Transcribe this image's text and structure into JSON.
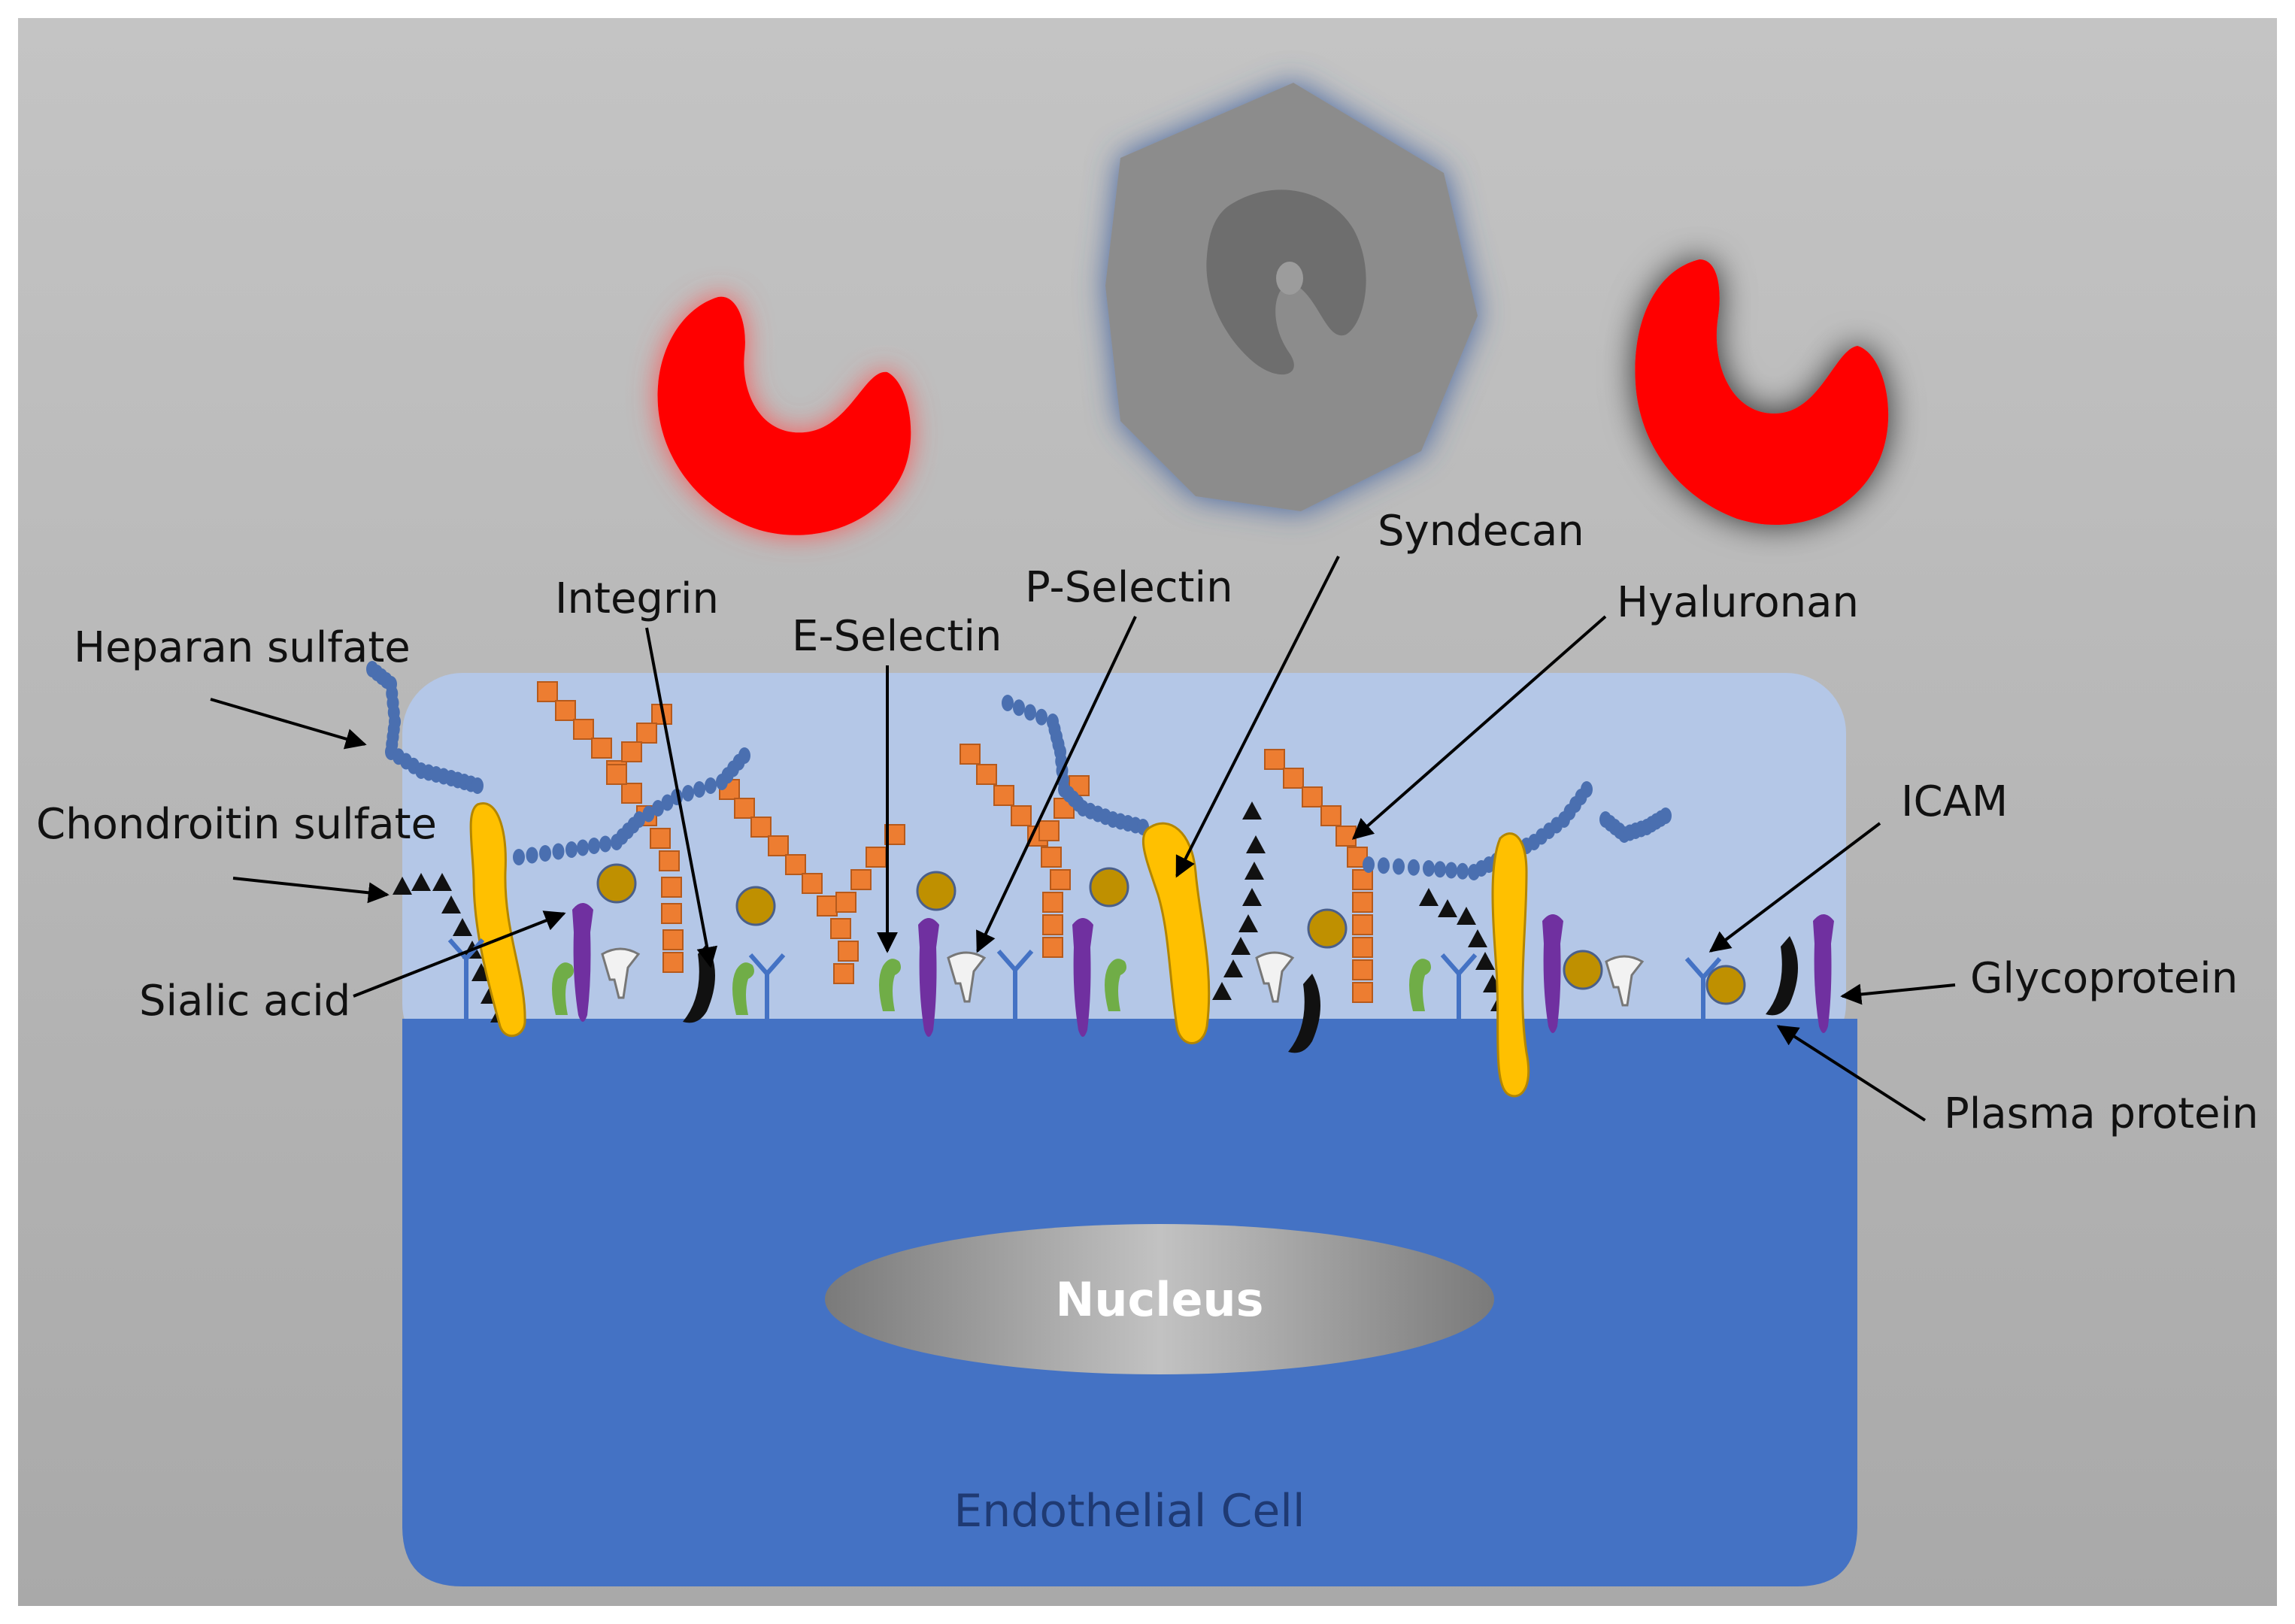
{
  "labels": {
    "heparan_sulfate": "Heparan sulfate",
    "chondroitin_sulfate": "Chondroitin sulfate",
    "sialic_acid": "Sialic acid",
    "integrin": "Integrin",
    "e_selectin": "E-Selectin",
    "p_selectin": "P-Selectin",
    "syndecan": "Syndecan",
    "hyaluronan": "Hyaluronan",
    "icam": "ICAM",
    "glycoprotein": "Glycoprotein",
    "plasma_protein": "Plasma protein",
    "nucleus": "Nucleus",
    "endothelial_cell": "Endothelial Cell"
  },
  "colors": {
    "background": "#b4b4b4",
    "cell": "#4472c4",
    "cell_text": "#1f3a73",
    "glycocalyx": "#b4c7e7",
    "red_blood_cell": "#ff0000",
    "leukocyte": "#8c8c8c",
    "leukocyte_glow": "#5a7ab0",
    "hyaluronan": "#ed7d31",
    "heparan_sulfate": "#4a6fb0",
    "syndecan": "#ffc000",
    "chondroitin_sulfate": "#111111",
    "glycoprotein": "#7030a0",
    "selectin": "#70ad47",
    "plasma_protein": "#bf9000",
    "icam": "#4472c4",
    "nucleus_text": "#ffffff"
  }
}
